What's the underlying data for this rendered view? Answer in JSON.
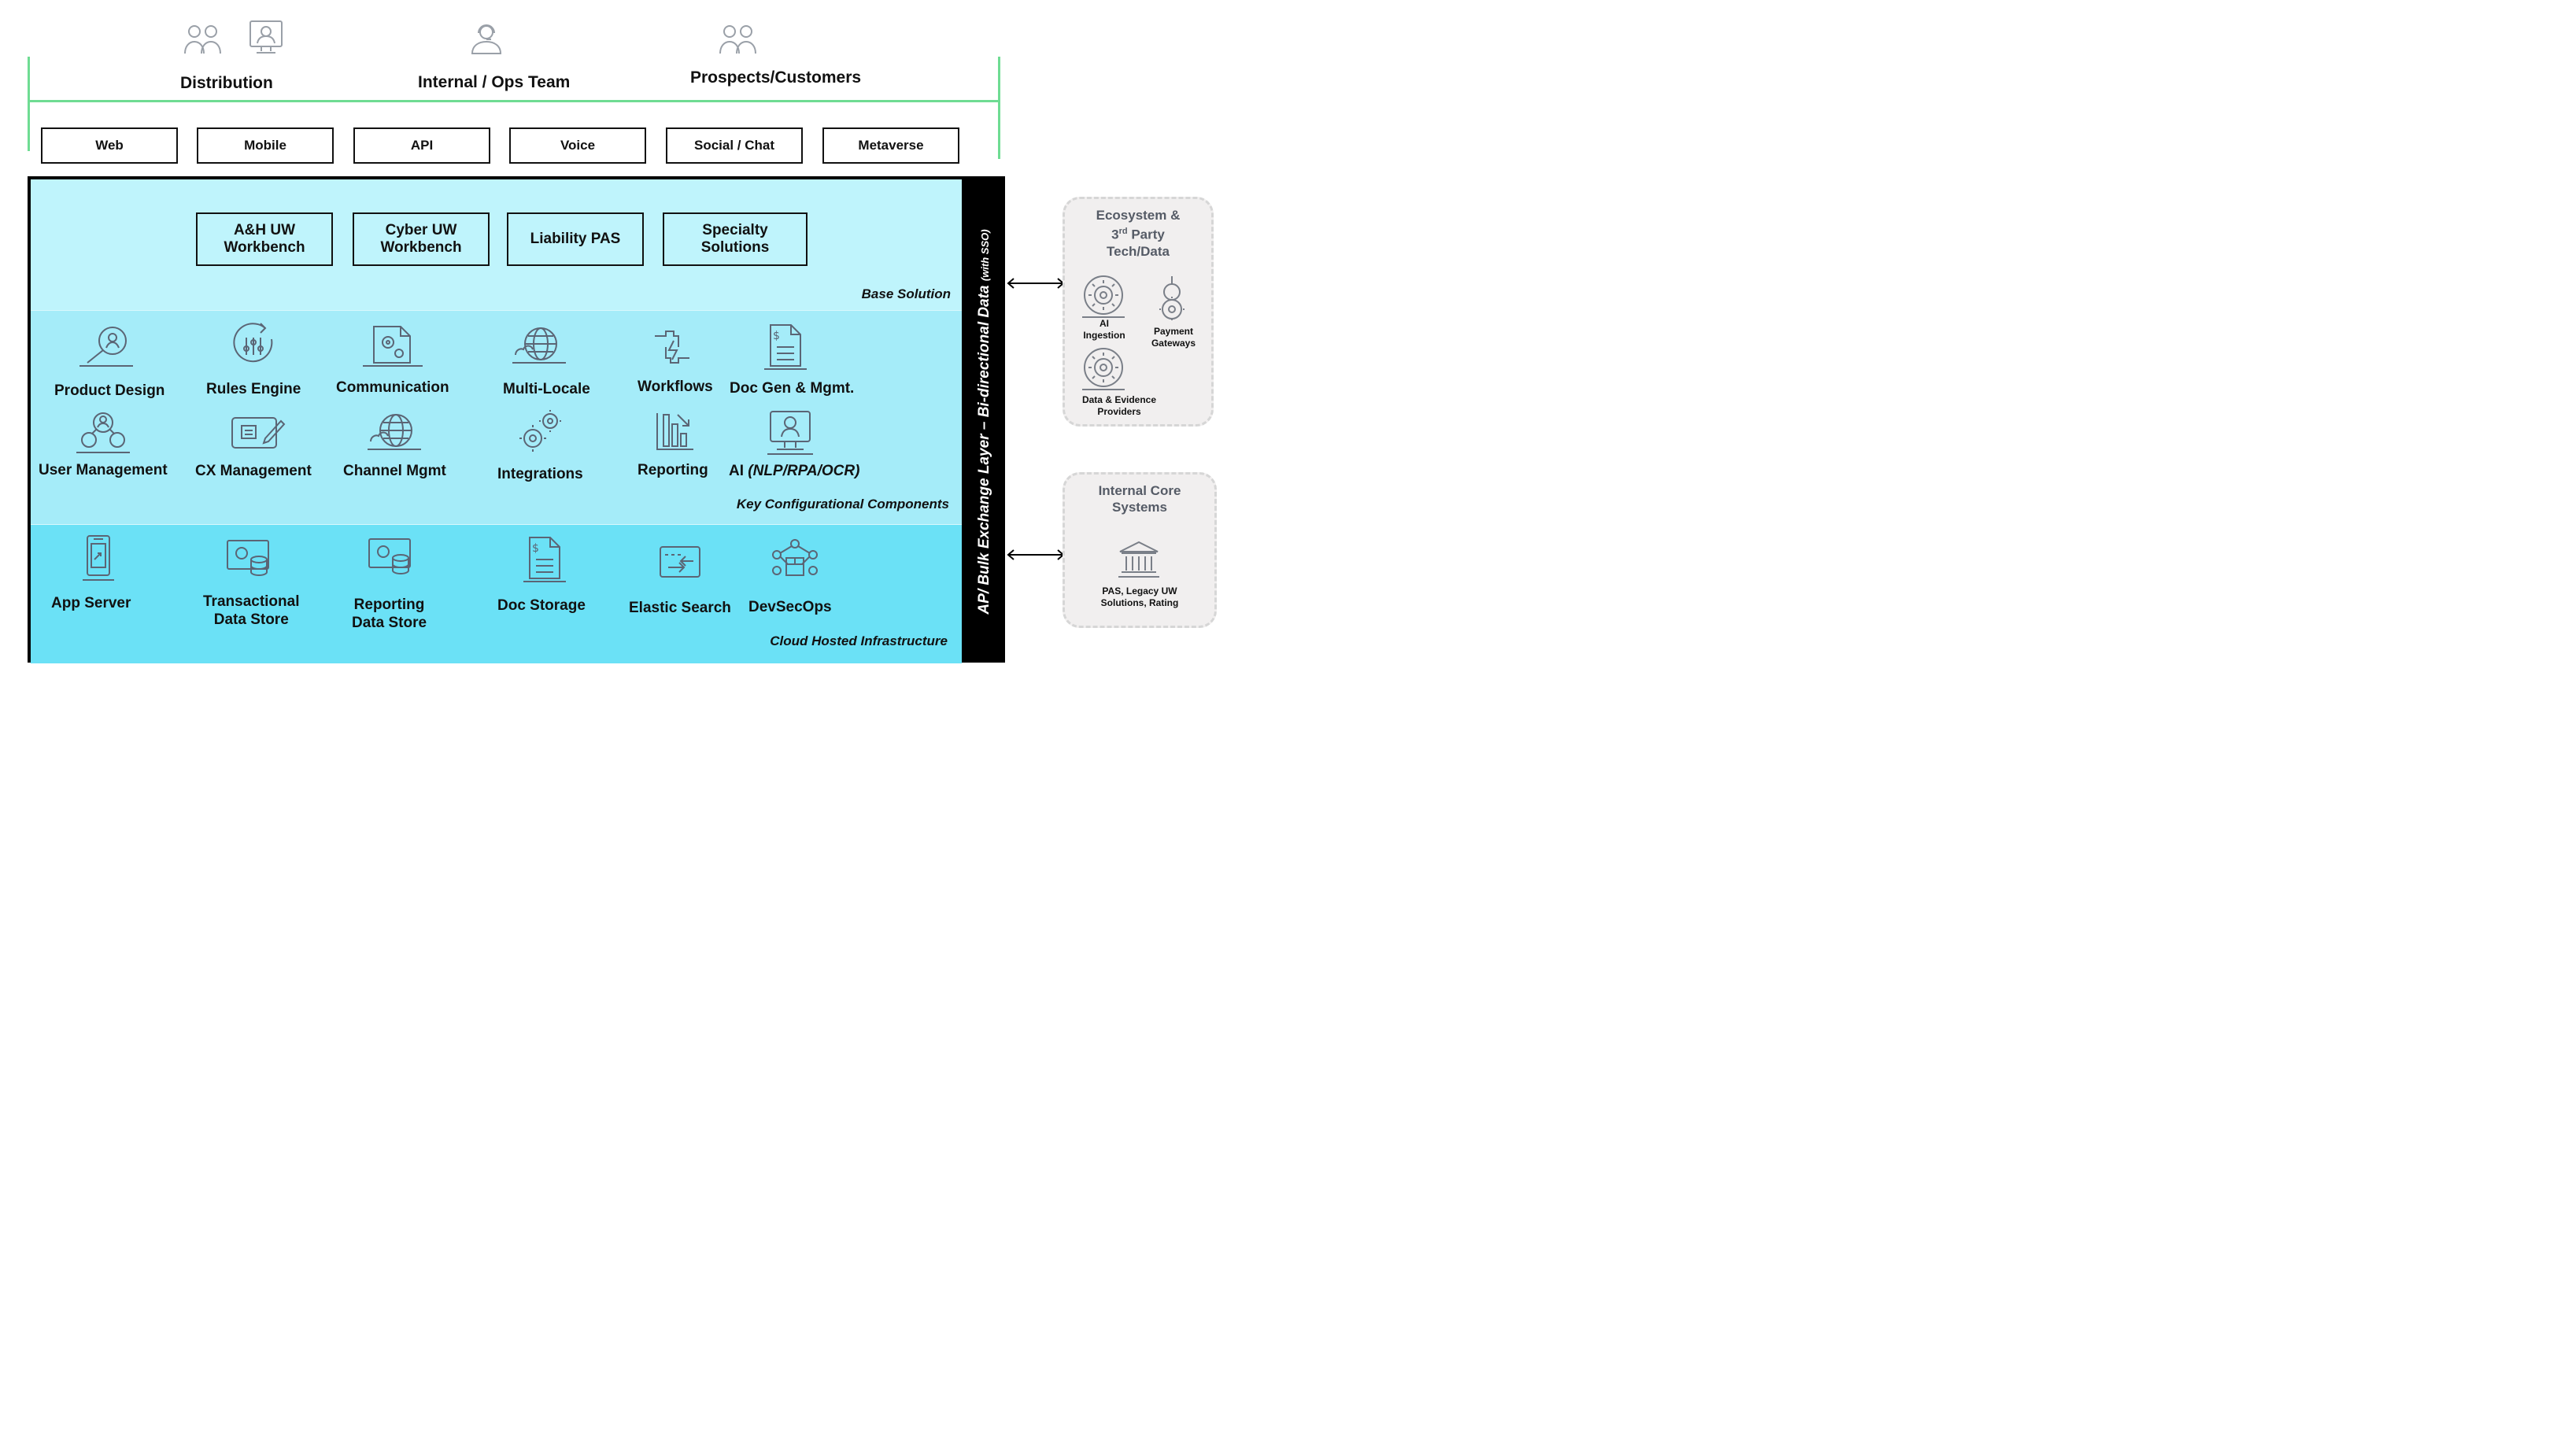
{
  "user_groups": [
    {
      "label": "Distribution"
    },
    {
      "label": "Internal / Ops Team"
    },
    {
      "label": "Prospects/Customers"
    }
  ],
  "channels": [
    "Web",
    "Mobile",
    "API",
    "Voice",
    "Social / Chat",
    "Metaverse"
  ],
  "base_solution": {
    "label": "Base Solution",
    "boxes": [
      {
        "line1": "A&H UW",
        "line2": "Workbench"
      },
      {
        "line1": "Cyber UW",
        "line2": "Workbench"
      },
      {
        "line1": "Liability PAS",
        "line2": ""
      },
      {
        "line1": "Specialty",
        "line2": "Solutions"
      }
    ]
  },
  "key_components": {
    "label": "Key Configurational Components",
    "row1": [
      {
        "label": "Product Design",
        "icon": "magnifier-person-icon"
      },
      {
        "label": "Rules Engine",
        "icon": "sliders-refresh-icon"
      },
      {
        "label": "Communication",
        "icon": "gear-document-icon"
      },
      {
        "label": "Multi-Locale",
        "icon": "globe-cloud-icon"
      },
      {
        "label": "Workflows",
        "icon": "workflow-puzzle-icon"
      },
      {
        "label": "Doc Gen & Mgmt.",
        "icon": "dollar-document-icon"
      }
    ],
    "row2": [
      {
        "label": "User Management",
        "icon": "users-network-icon"
      },
      {
        "label": "CX Management",
        "icon": "pen-card-icon"
      },
      {
        "label": "Channel Mgmt",
        "icon": "globe-cloud-icon"
      },
      {
        "label": "Integrations",
        "icon": "gears-icon"
      },
      {
        "label": "Reporting",
        "icon": "bar-chart-icon"
      },
      {
        "label_plain": "AI ",
        "label_italic": "(NLP/RPA/OCR)",
        "icon": "monitor-user-icon"
      }
    ]
  },
  "infrastructure": {
    "label": "Cloud Hosted Infrastructure",
    "items": [
      {
        "line1": "App Server",
        "line2": "",
        "icon": "mobile-app-icon"
      },
      {
        "line1": "Transactional",
        "line2": "Data Store",
        "icon": "database-screen-icon"
      },
      {
        "line1": "Reporting",
        "line2": "Data Store",
        "icon": "database-screen-icon"
      },
      {
        "line1": "Doc Storage",
        "line2": "",
        "icon": "dollar-document-icon"
      },
      {
        "line1": "Elastic Search",
        "line2": "",
        "icon": "search-arrows-icon"
      },
      {
        "line1": "DevSecOps",
        "line2": "",
        "icon": "network-box-icon"
      }
    ]
  },
  "api_layer": {
    "text": "AP/ Bulk Exchange Layer – Bi-directional Data",
    "suffix": "(with SSO)"
  },
  "ecosystem": {
    "title_line1": "Ecosystem &",
    "title_line2_prefix": "3",
    "title_line2_sup": "rd",
    "title_line2_suffix": " Party",
    "title_line3": "Tech/Data",
    "items": [
      {
        "line1": "AI",
        "line2": "Ingestion"
      },
      {
        "line1": "Payment",
        "line2": "Gateways"
      },
      {
        "line1": "Data & Evidence",
        "line2": "Providers"
      }
    ]
  },
  "internal_core": {
    "title_line1": "Internal Core",
    "title_line2": "Systems",
    "label_line1": "PAS, Legacy UW",
    "label_line2": "Solutions, Rating"
  },
  "colors": {
    "green_line": "#6fdc93",
    "band_base": "#bff4fc",
    "band_components": "#a5ecf9",
    "band_infra": "#6be1f6",
    "icon_stroke": "#5b6575"
  }
}
